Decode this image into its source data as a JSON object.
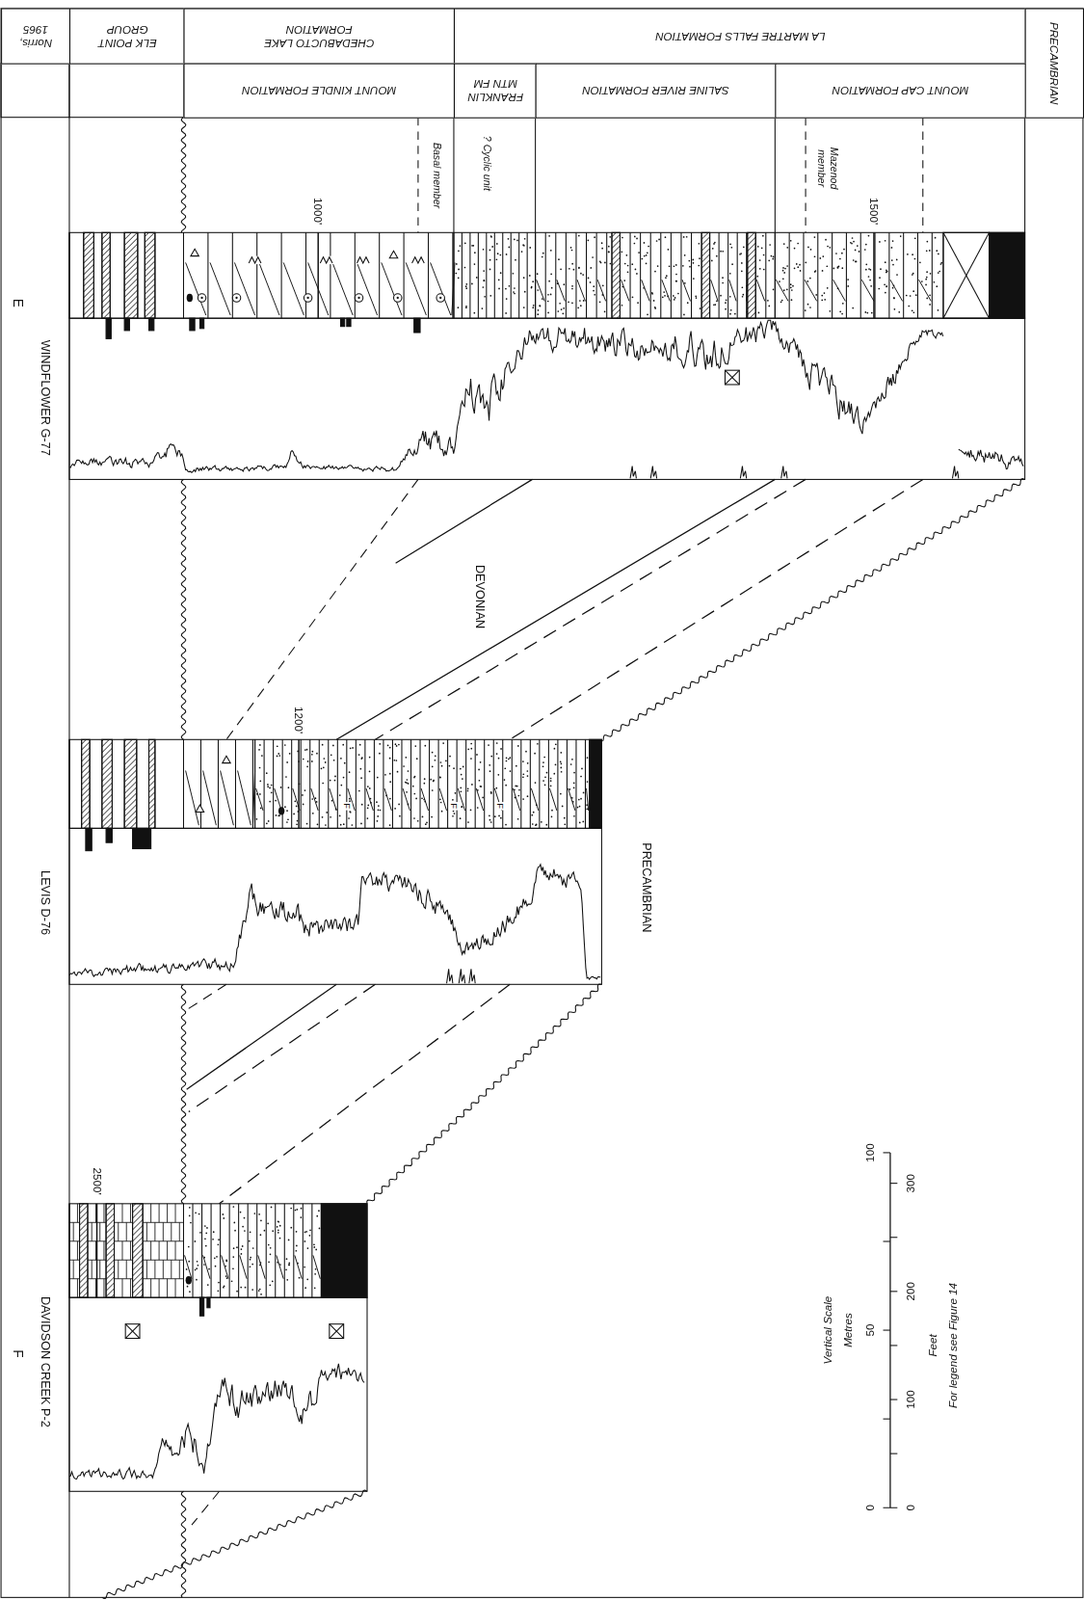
{
  "diagram": {
    "nodes": [
      {
        "text": [
          "Norris, 1965"
        ]
      },
      {
        "text": [
          "ELK POINT GROUP"
        ]
      },
      {
        "text": [
          "CHEDABUCTO LAKE FORMATION"
        ]
      },
      {
        "text": [
          "LA MARTRE FALLS FORMATION"
        ]
      },
      {
        "text": [
          "PRECAMBRIAN"
        ]
      },
      {
        "text": [
          "MOUNT KINDLE FORMATION"
        ]
      },
      {
        "text": [
          "FRANKLIN MTN FM"
        ]
      },
      {
        "text": [
          "SALINE RIVER FORMATION"
        ]
      },
      {
        "text": [
          "MOUNT CAP FORMATION"
        ]
      }
    ],
    "labels": [
      "Basal member",
      "? Cyclic unit",
      "Mazenod member",
      "1000'",
      "1500'",
      "E",
      "WINDFLOWER G-77",
      "DEVONIAN",
      "1200'",
      "LEVIS D-76",
      "PRECAMBRIAN",
      "F",
      "DAVIDSON CREEK P-2",
      "2500'",
      "Vertical Scale",
      "Metres",
      "0",
      "50",
      "100",
      "Feet",
      "0",
      "100",
      "200",
      "300",
      "For legend see Figure 14",
      "F",
      "F",
      "F"
    ]
  }
}
